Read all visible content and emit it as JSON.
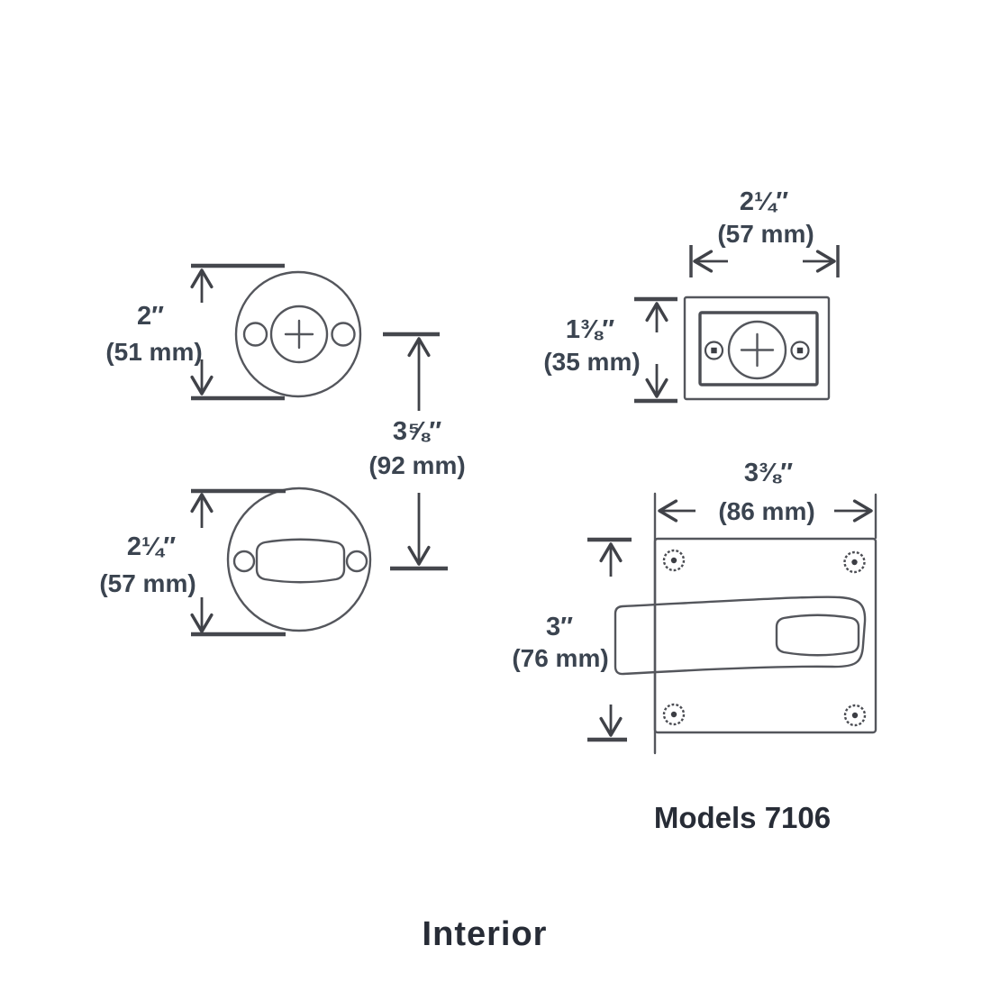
{
  "labels": {
    "models": "Models 7106",
    "view": "Interior"
  },
  "dims": {
    "exterior_rose": {
      "in": "2″",
      "mm": "(51 mm)"
    },
    "center_spacing": {
      "in": "3⅝″",
      "mm": "(92 mm)"
    },
    "interior_rose": {
      "in": "2¼″",
      "mm": "(57 mm)"
    },
    "faceplate_width": {
      "in": "2¼″",
      "mm": "(57 mm)"
    },
    "faceplate_height": {
      "in": "1⅜″",
      "mm": "(35 mm)"
    },
    "body_width": {
      "in": "3⅜″",
      "mm": "(86 mm)"
    },
    "body_height": {
      "in": "3″",
      "mm": "(76 mm)"
    }
  },
  "colors": {
    "line": "#54565c",
    "dimension": "#45474d",
    "text": "#3b4450",
    "label": "#272c36",
    "background": "#ffffff"
  }
}
